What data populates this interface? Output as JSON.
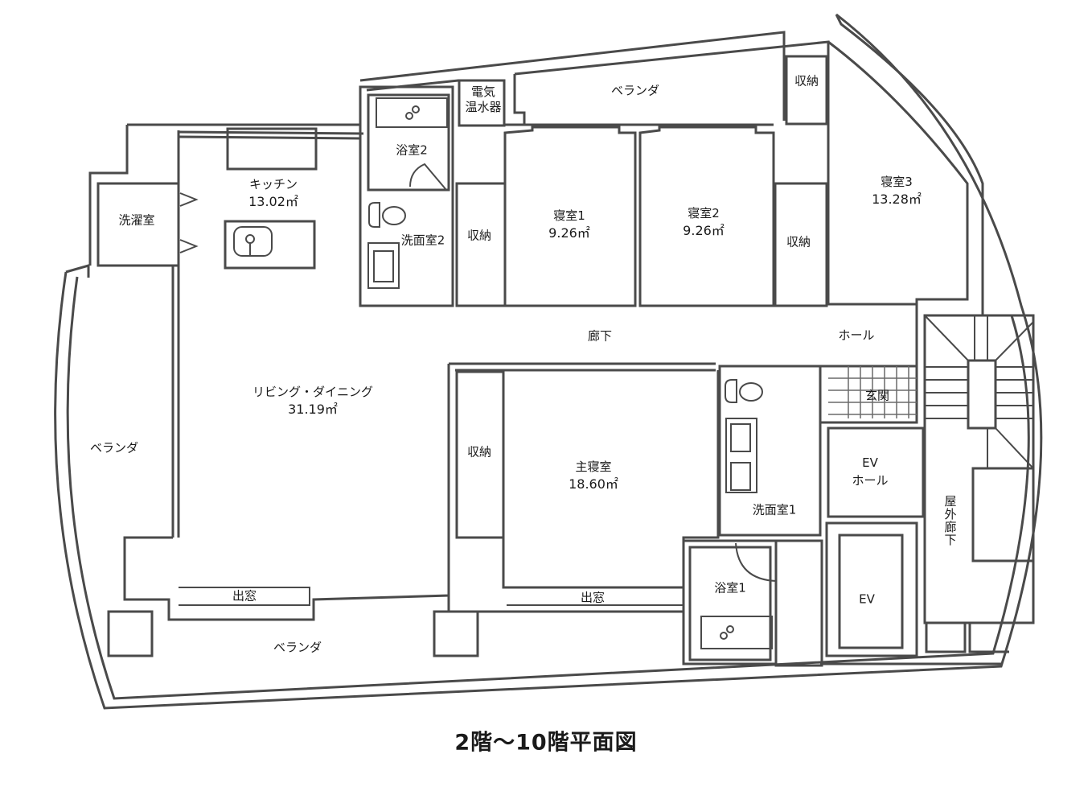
{
  "caption": "2階〜10階平面図",
  "area_unit": "㎡",
  "colors": {
    "wall": "#4a4a4a",
    "text": "#1a1a1a",
    "background": "#ffffff"
  },
  "rooms": {
    "kitchen": {
      "name": "キッチン",
      "area": "13.02"
    },
    "laundry": {
      "name": "洗濯室"
    },
    "living_dining": {
      "name": "リビング・ダイニング",
      "area": "31.19"
    },
    "veranda_left": {
      "name": "ベランダ"
    },
    "veranda_bottom": {
      "name": "ベランダ"
    },
    "veranda_top": {
      "name": "ベランダ"
    },
    "bay_window_left": {
      "name": "出窓"
    },
    "bay_window_right": {
      "name": "出窓"
    },
    "bathroom2": {
      "name": "浴室2"
    },
    "washroom2": {
      "name": "洗面室2"
    },
    "water_heater": {
      "name": "電気\n温水器",
      "line1": "電気",
      "line2": "温水器"
    },
    "storage_1": {
      "name": "収納"
    },
    "bedroom1": {
      "name": "寝室1",
      "area": "9.26"
    },
    "bedroom2": {
      "name": "寝室2",
      "area": "9.26"
    },
    "storage_2": {
      "name": "収納"
    },
    "storage_3": {
      "name": "収納"
    },
    "bedroom3": {
      "name": "寝室3",
      "area": "13.28"
    },
    "corridor": {
      "name": "廊下"
    },
    "hall": {
      "name": "ホール"
    },
    "storage_4": {
      "name": "収納"
    },
    "master_bedroom": {
      "name": "主寝室",
      "area": "18.60"
    },
    "washroom1": {
      "name": "洗面室1"
    },
    "bathroom1": {
      "name": "浴室1"
    },
    "entrance": {
      "name": "玄関"
    },
    "ev_hall": {
      "name": "EV\nホール",
      "line1": "EV",
      "line2": "ホール"
    },
    "elevator": {
      "name": "EV"
    },
    "outdoor_corridor": {
      "name": "屋外廊下"
    }
  }
}
